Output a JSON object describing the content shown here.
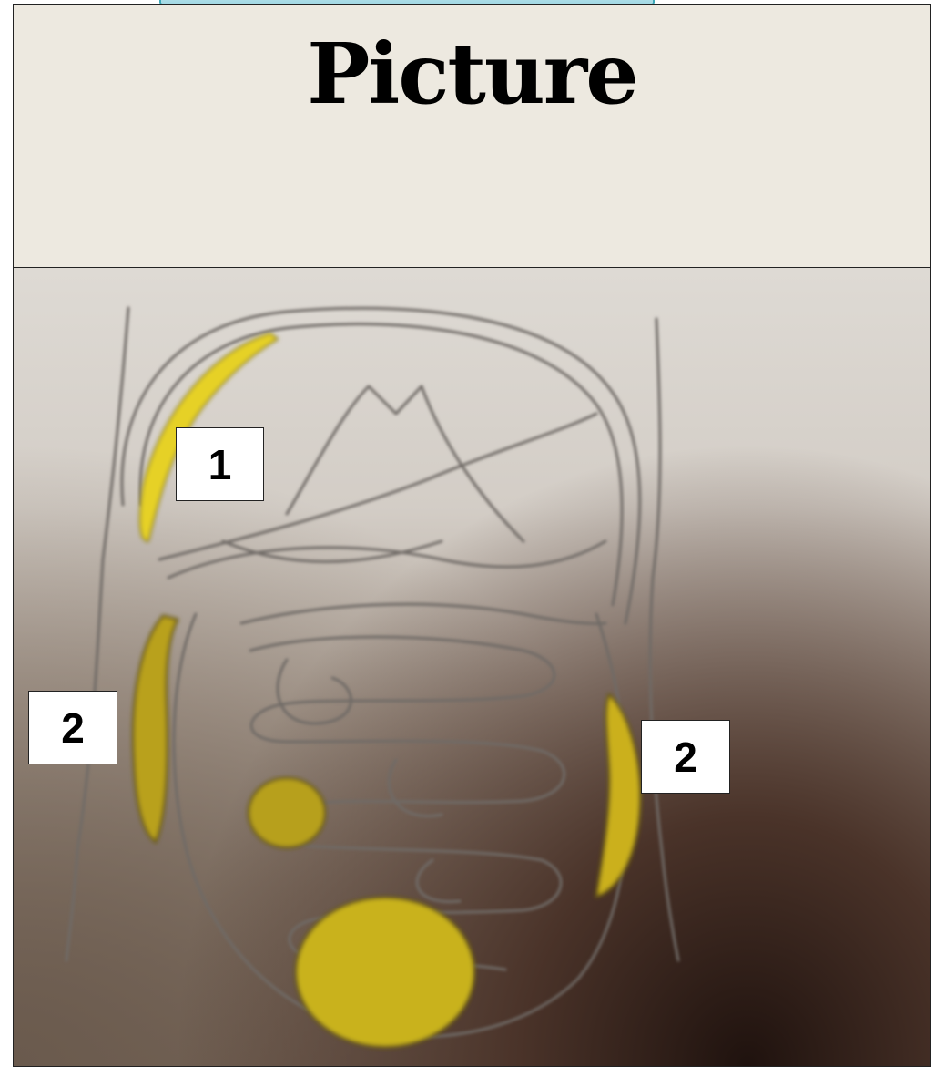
{
  "slide": {
    "title": "Picture"
  },
  "figure": {
    "labels": [
      {
        "id": "label-1",
        "text": "1"
      },
      {
        "id": "label-2-left",
        "text": "2"
      },
      {
        "id": "label-2-right",
        "text": "2"
      }
    ],
    "highlight_color": "#d9c21e"
  }
}
